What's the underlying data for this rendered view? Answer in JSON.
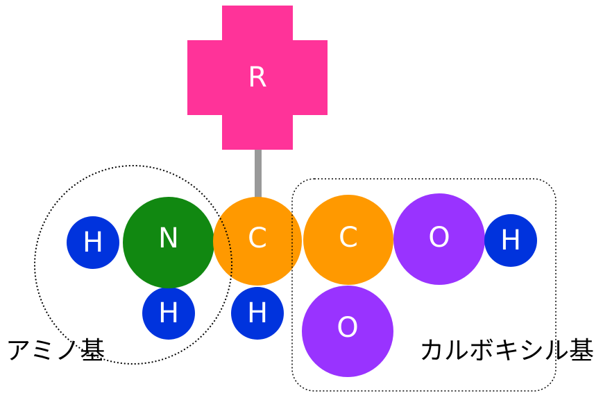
{
  "colors": {
    "r_group": "#ff3399",
    "hydrogen": "#0033dd",
    "nitrogen": "#118811",
    "carbon": "#ff9900",
    "oxygen": "#9933ff",
    "bond": "#999999",
    "outline": "#000000"
  },
  "r_group": {
    "label": "R"
  },
  "atoms": {
    "h_left": "H",
    "n": "N",
    "h_under_n": "H",
    "c_alpha": "C",
    "h_under_c": "H",
    "c_carboxyl": "C",
    "o_hydroxyl": "O",
    "h_hydroxyl": "H",
    "o_double": "O"
  },
  "groups": {
    "amino": "アミノ基",
    "carboxyl": "カルボキシル基"
  }
}
